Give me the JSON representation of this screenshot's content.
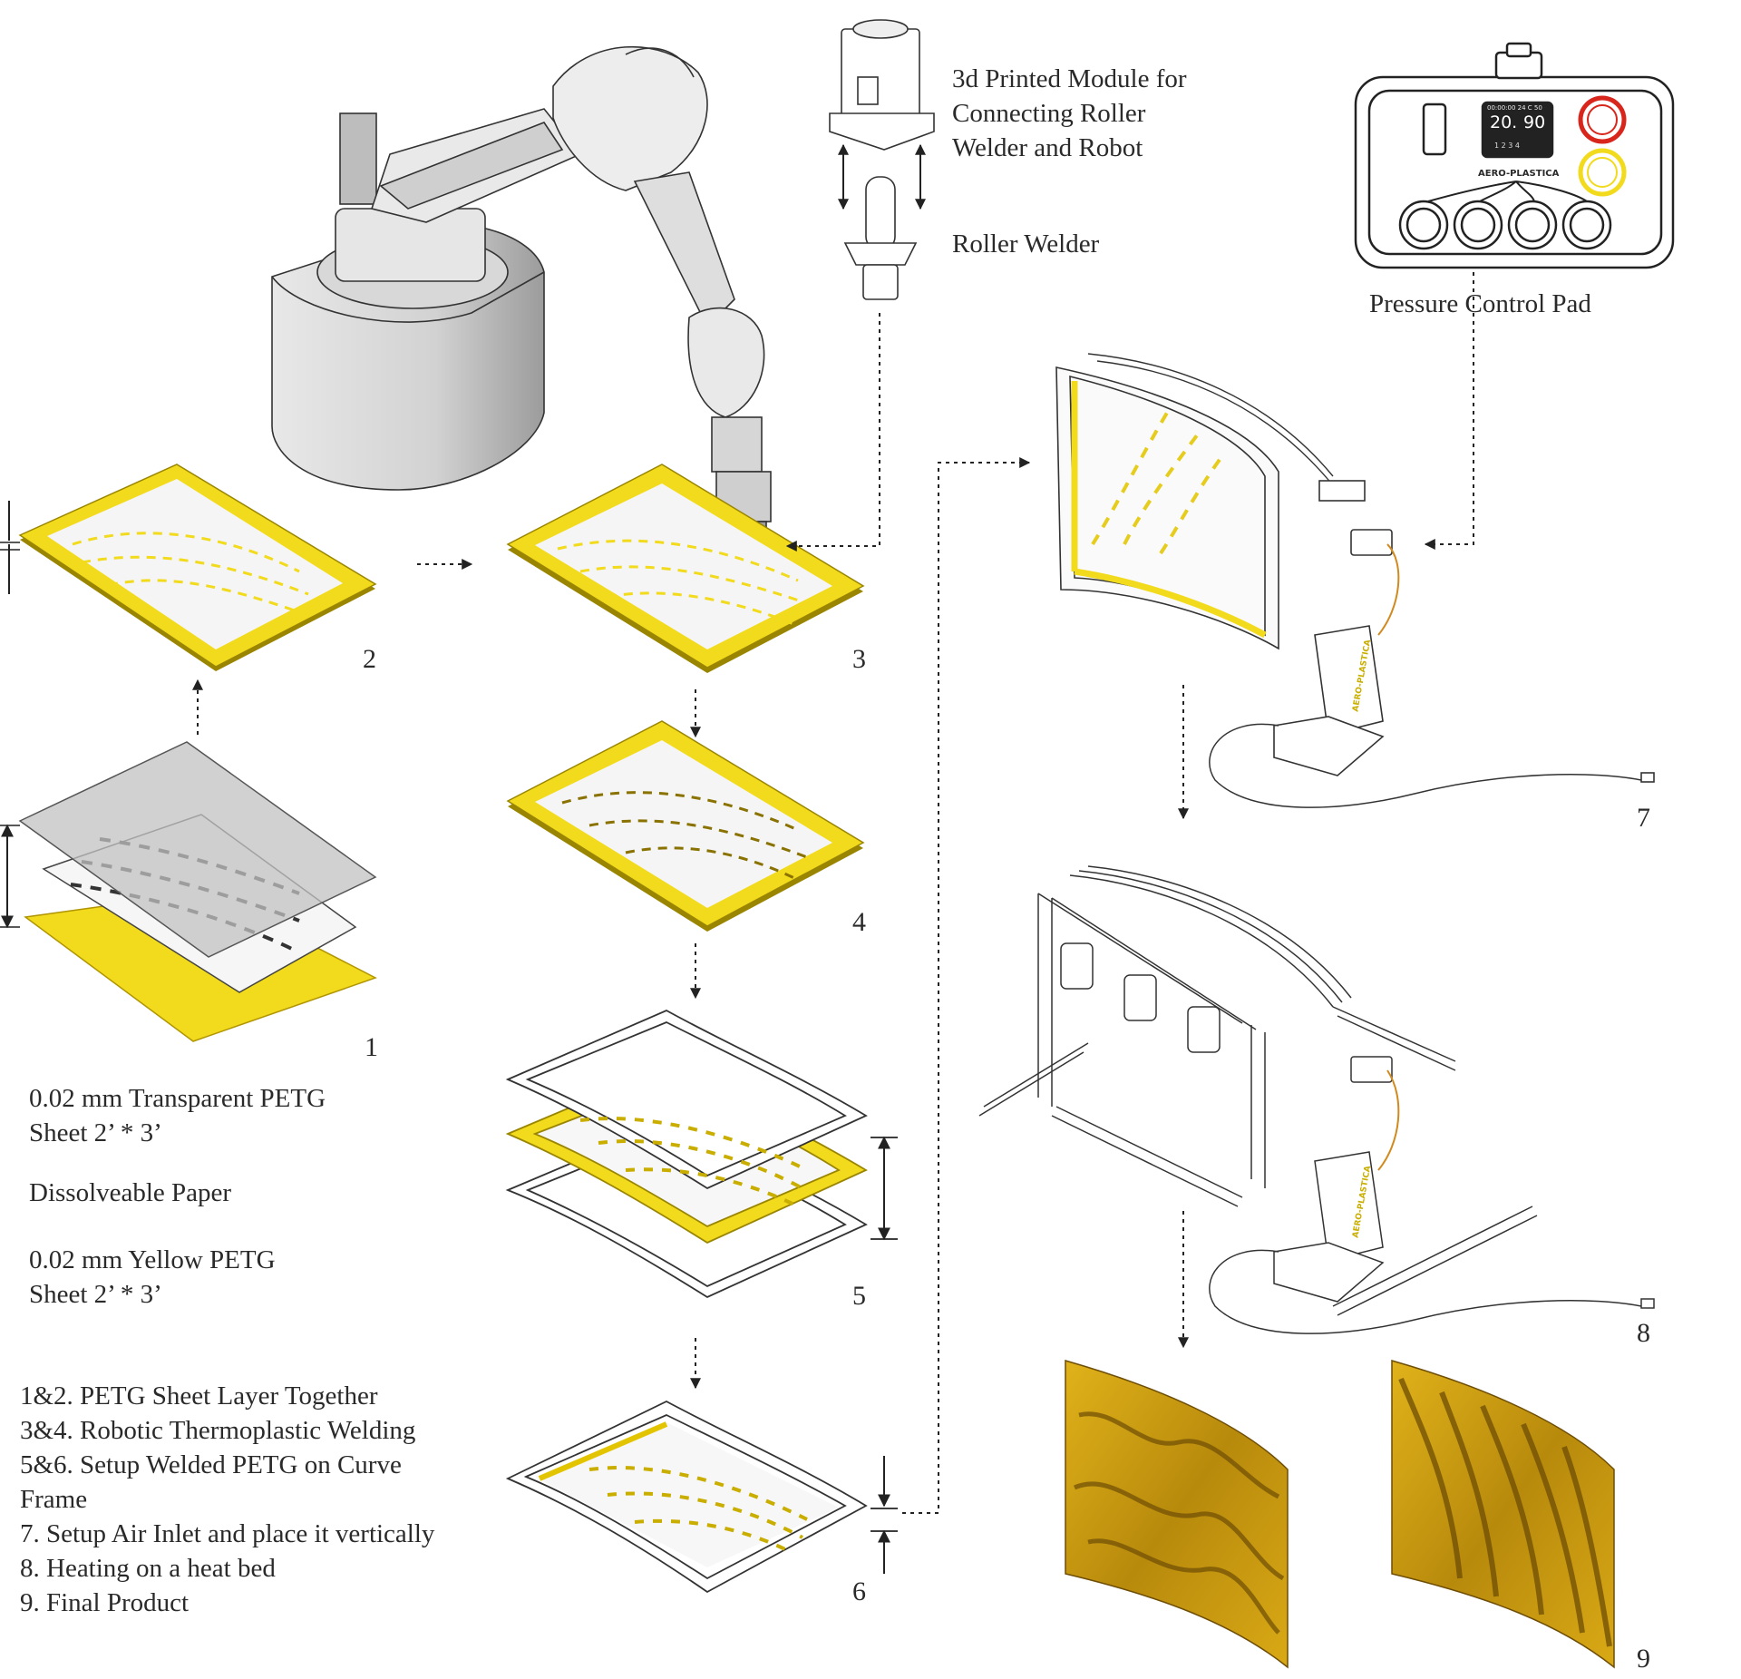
{
  "labels": {
    "module_caption": [
      "3d Printed Module for",
      "Connecting Roller",
      "Welder and Robot"
    ],
    "roller_welder": "Roller Welder",
    "pressure_pad": "Pressure Control Pad",
    "pad_display_top": "00:00:00  24 C  50",
    "pad_display_values": [
      "20.",
      "90"
    ],
    "pad_display_bottom": "1  2  3  4",
    "pad_brand": "AERO-PLASTICA",
    "case_brand": "AERO-PLASTICA"
  },
  "materials": {
    "transparent_petg": [
      "0.02 mm Transparent PETG",
      "Sheet 2’ * 3’"
    ],
    "paper": "Dissolveable Paper",
    "yellow_petg": [
      "0.02 mm Yellow PETG",
      "Sheet 2’ * 3’"
    ]
  },
  "steps_legend": [
    "1&2. PETG Sheet Layer Together",
    "3&4. Robotic Thermoplastic Welding",
    "5&6. Setup Welded PETG on Curve",
    "Frame",
    "7. Setup Air Inlet and place it vertically",
    "8. Heating on a heat bed",
    "9. Final Product"
  ],
  "step_numbers": [
    "1",
    "2",
    "3",
    "4",
    "5",
    "6",
    "7",
    "8",
    "9"
  ],
  "colors": {
    "yellow": "#f2da1c",
    "yellow_dark": "#c9ae00",
    "gold": "#c99a12",
    "gold_dark": "#6e4d05",
    "grey_sheet": "#c4c4c4",
    "line": "#333333",
    "red": "#d9261c"
  }
}
